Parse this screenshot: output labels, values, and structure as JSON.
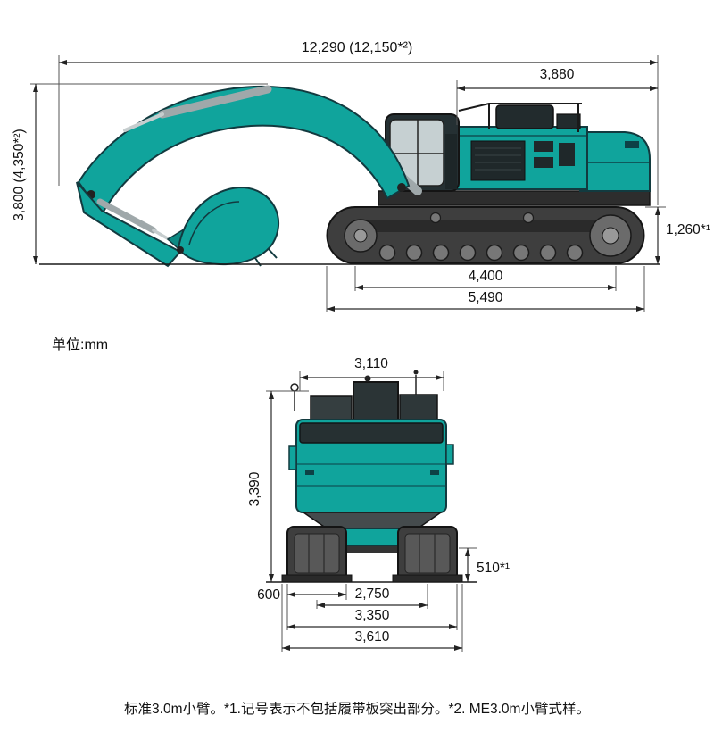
{
  "meta": {
    "units_label": "单位:mm",
    "footer_note": "标准3.0m小臂。*1.记号表示不包括履带板突出部分。*2. ME3.0m小臂式样。"
  },
  "side": {
    "overall_length": "12,290 (12,150*²)",
    "upper_rear_length": "3,880",
    "overall_height": "3,800 (4,350*²)",
    "track_height": "1,260*¹",
    "tumbler_distance": "4,400",
    "crawler_length": "5,490"
  },
  "rear": {
    "upper_width": "3,110",
    "body_height": "3,390",
    "clearance": "510*¹",
    "shoe_width": "600",
    "gauge": "2,750",
    "track_width": "3,350",
    "overall_width": "3,610"
  },
  "colors": {
    "machine": "#10a49c",
    "line": "#2b2b2b"
  }
}
